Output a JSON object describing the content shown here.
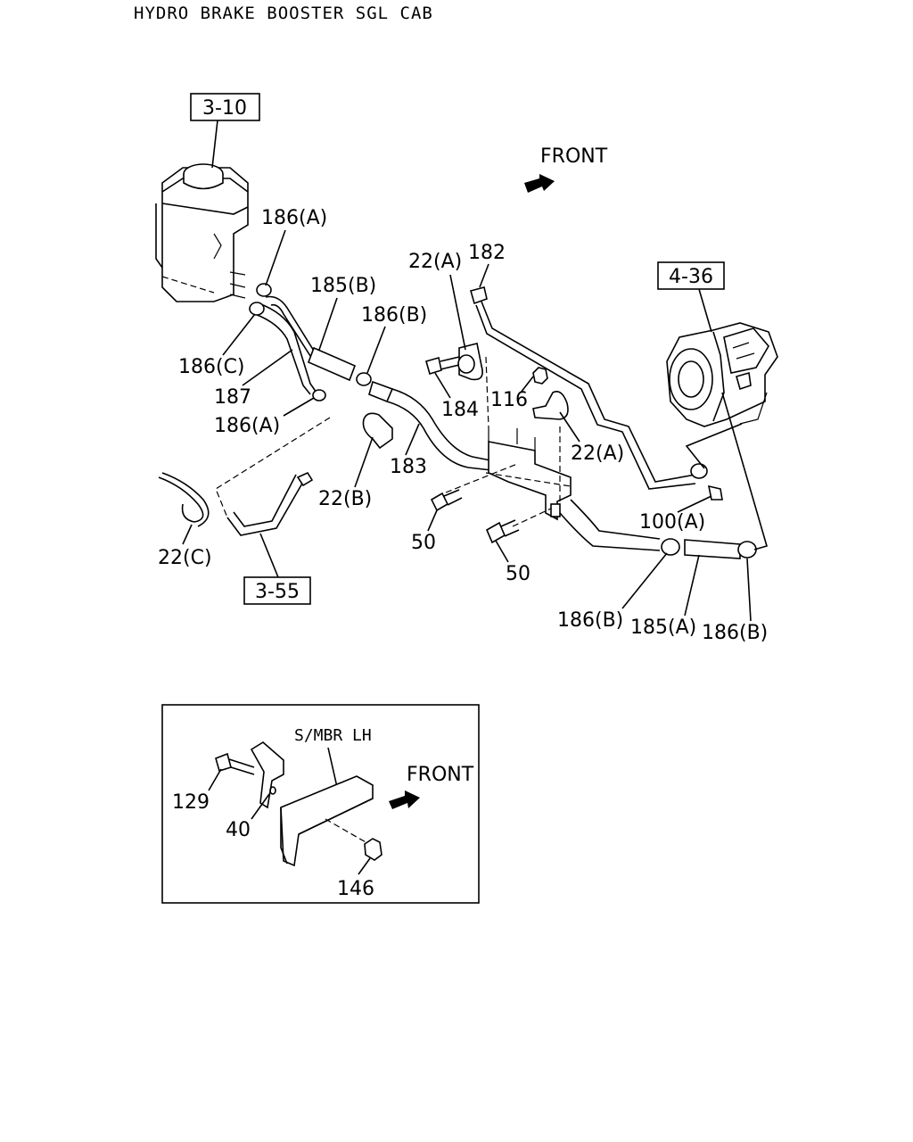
{
  "title": "HYDRO BRAKE BOOSTER SGL CAB",
  "refs": {
    "r310": "3-10",
    "r436": "4-36",
    "r355": "3-55"
  },
  "labels": {
    "front_main": "FRONT",
    "l186a_top": "186(A)",
    "l185b": "185(B)",
    "l186b_top": "186(B)",
    "l186c": "186(C)",
    "l187": "187",
    "l186a_bot": "186(A)",
    "l22a_top": "22(A)",
    "l182": "182",
    "l184": "184",
    "l116": "116",
    "l22a_mid": "22(A)",
    "l183": "183",
    "l22b": "22(B)",
    "l22c": "22(C)",
    "l50_left": "50",
    "l50_right": "50",
    "l100a": "100(A)",
    "l186b_bl": "186(B)",
    "l185a": "185(A)",
    "l186b_br": "186(B)"
  },
  "inset": {
    "title": "S/MBR LH",
    "front": "FRONT",
    "l129": "129",
    "l40": "40",
    "l146": "146"
  },
  "icons": {
    "arrow": "front-arrow-icon"
  }
}
